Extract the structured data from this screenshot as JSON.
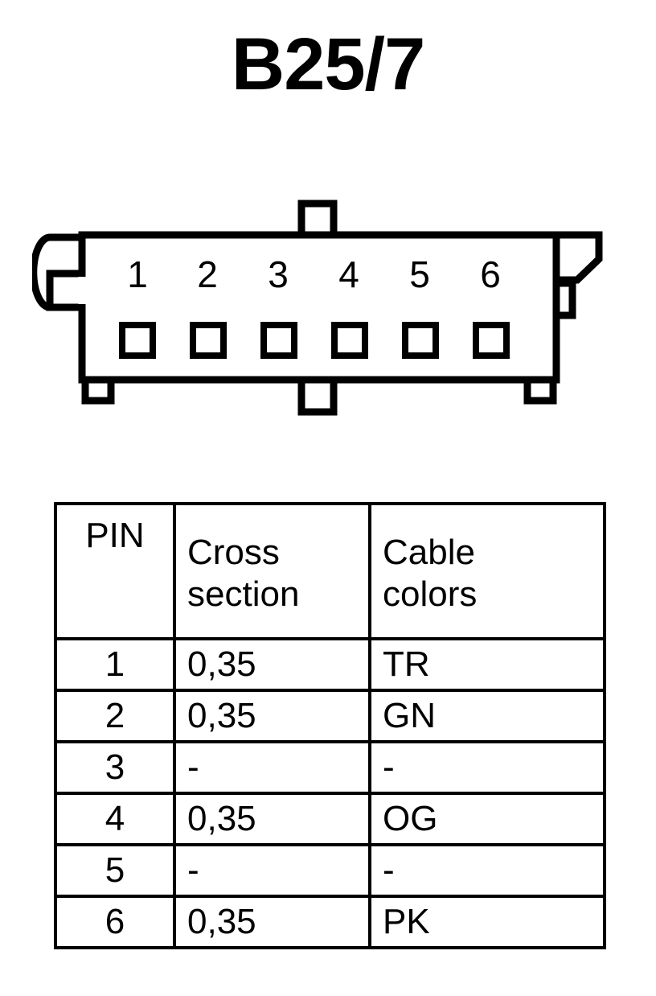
{
  "title": "B25/7",
  "connector": {
    "name": "6-pin connector housing front view",
    "pin_numbers": [
      "1",
      "2",
      "3",
      "4",
      "5",
      "6"
    ],
    "pin_count": 6,
    "line_color": "#000000",
    "fill_color": "#ffffff"
  },
  "table": {
    "headers": {
      "pin": "PIN",
      "cross_section_line1": "Cross",
      "cross_section_line2": "section",
      "cable_colors_line1": "Cable",
      "cable_colors_line2": "colors"
    },
    "rows": [
      {
        "pin": "1",
        "cross_section": "0,35",
        "cable_color": "TR"
      },
      {
        "pin": "2",
        "cross_section": "0,35",
        "cable_color": "GN"
      },
      {
        "pin": "3",
        "cross_section": "-",
        "cable_color": "-"
      },
      {
        "pin": "4",
        "cross_section": "0,35",
        "cable_color": "OG"
      },
      {
        "pin": "5",
        "cross_section": "-",
        "cable_color": "-"
      },
      {
        "pin": "6",
        "cross_section": "0,35",
        "cable_color": "PK"
      }
    ]
  }
}
